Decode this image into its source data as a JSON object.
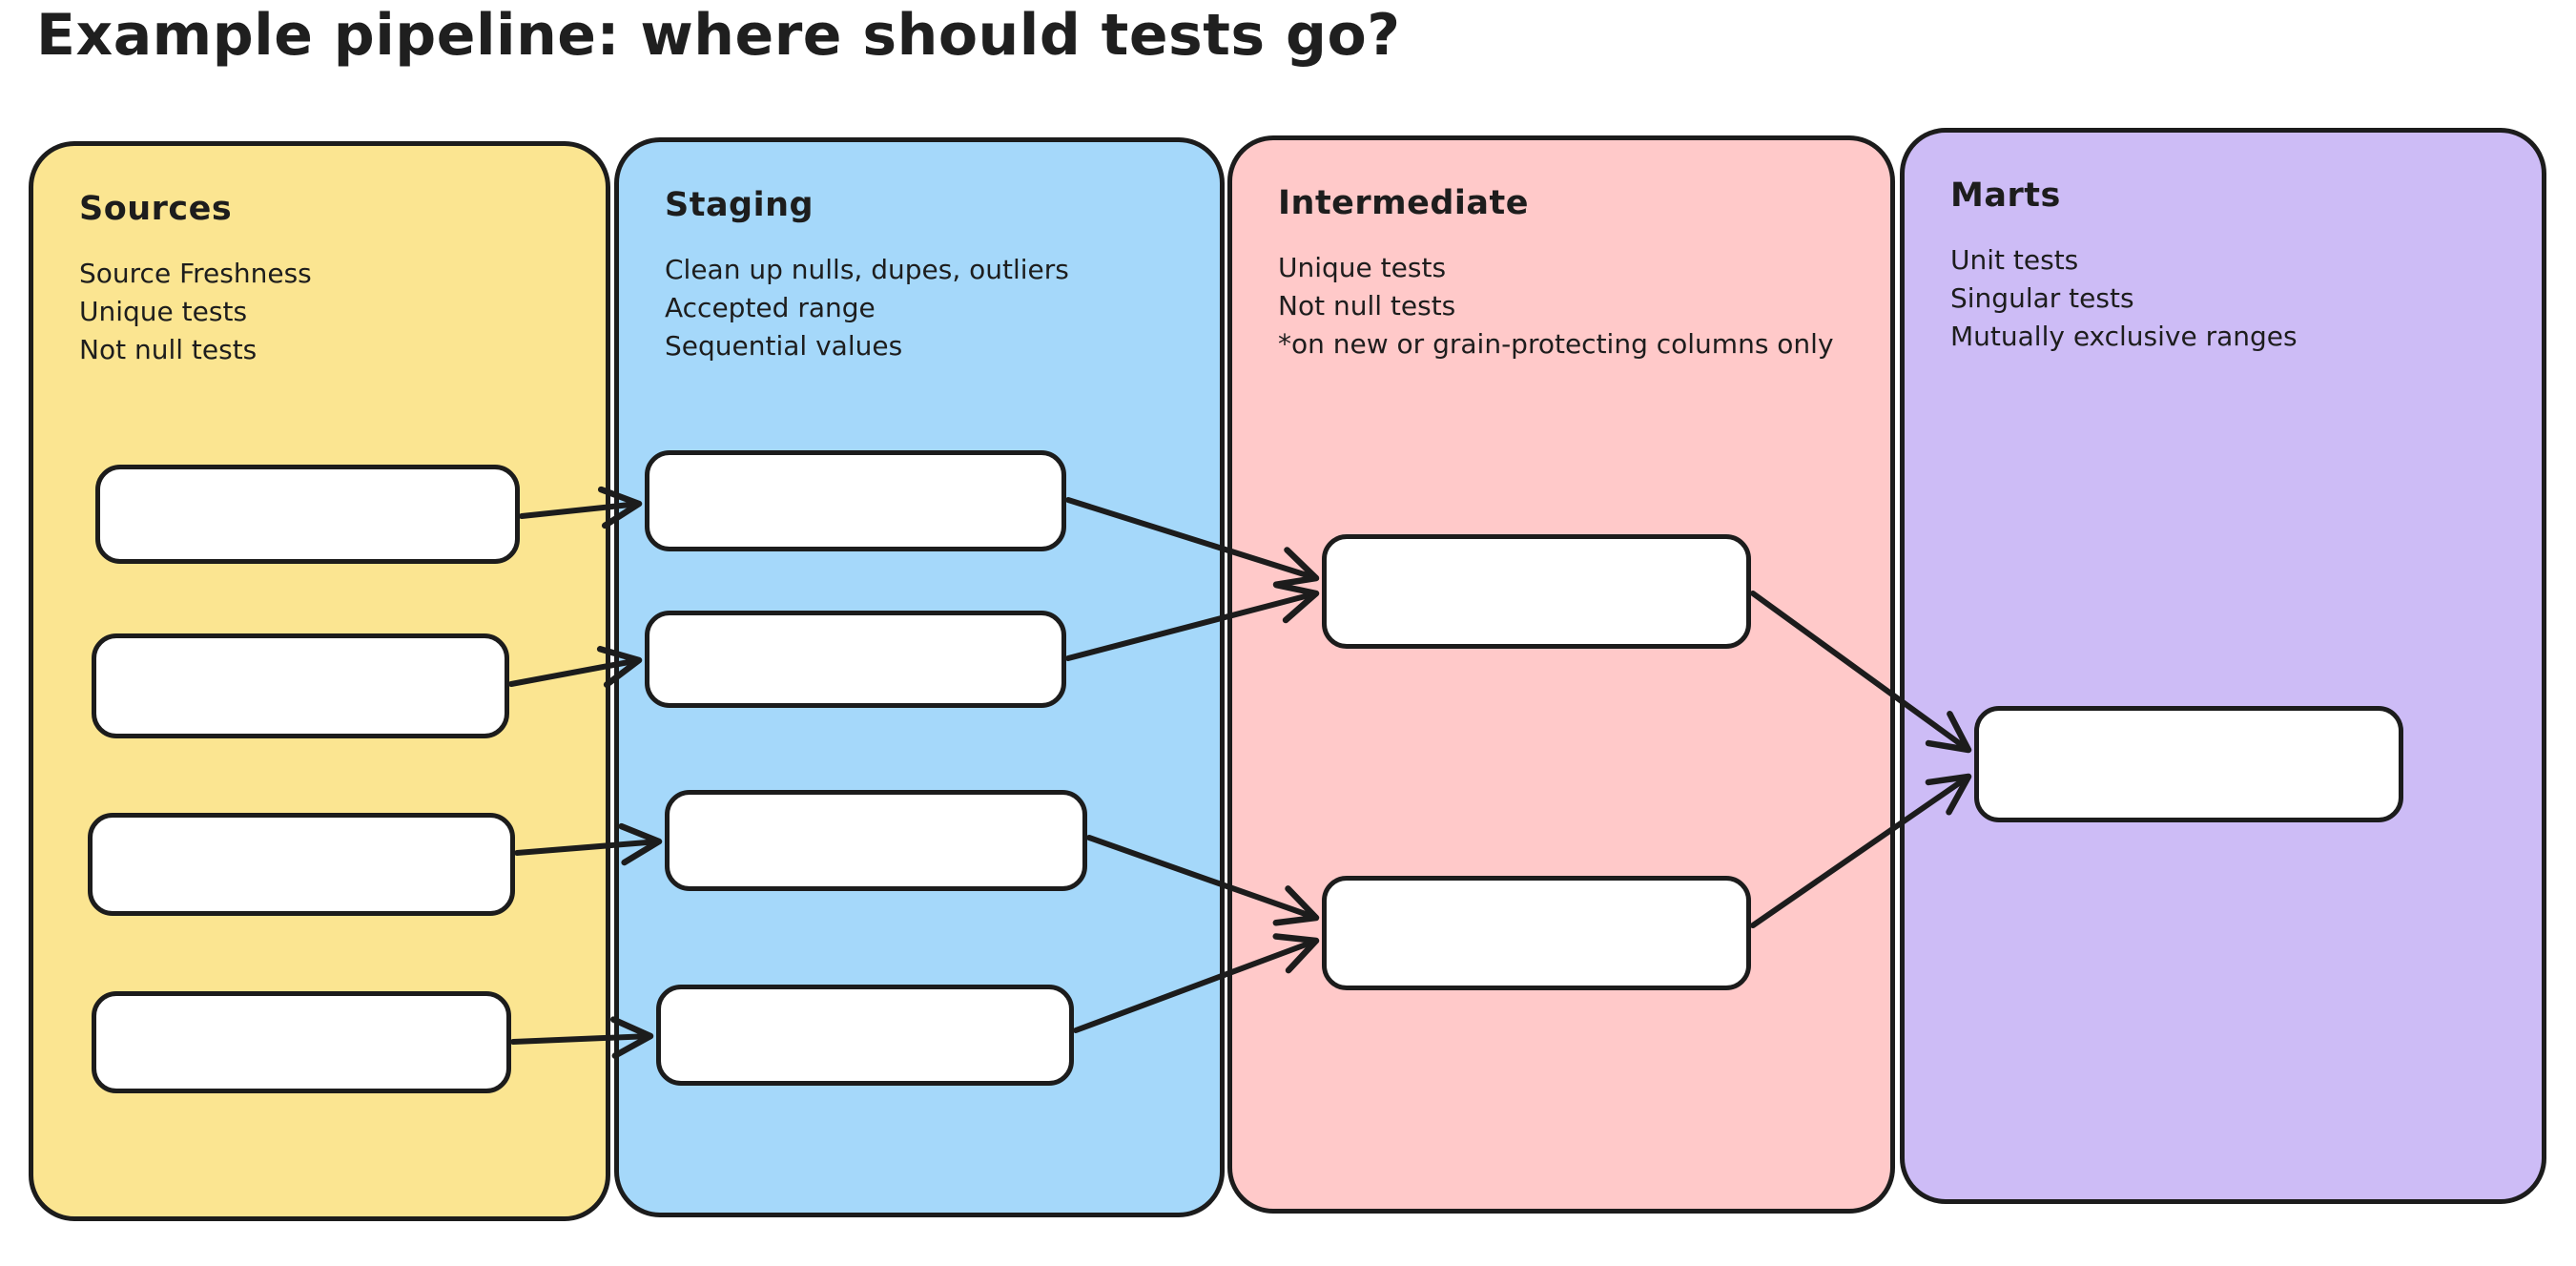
{
  "title": "Example pipeline: where should tests go?",
  "diagram": {
    "columns": [
      {
        "id": "sources",
        "label": "Sources",
        "notes": [
          "Source Freshness",
          "Unique tests",
          "Not null tests"
        ],
        "fill": "#fbe591"
      },
      {
        "id": "staging",
        "label": "Staging",
        "notes": [
          "Clean up nulls, dupes, outliers",
          "Accepted range",
          "Sequential values"
        ],
        "fill": "#a5d8fa"
      },
      {
        "id": "intermediate",
        "label": "Intermediate",
        "notes": [
          "Unique tests",
          "Not null tests",
          "*on new or grain-protecting columns only"
        ],
        "fill": "#ffc9c9"
      },
      {
        "id": "marts",
        "label": "Marts",
        "notes": [
          "Unit tests",
          "Singular tests",
          "Mutually exclusive ranges"
        ],
        "fill": "#cdbcf6"
      }
    ],
    "nodes": [
      {
        "id": "sources-1",
        "column": "sources"
      },
      {
        "id": "sources-2",
        "column": "sources"
      },
      {
        "id": "sources-3",
        "column": "sources"
      },
      {
        "id": "sources-4",
        "column": "sources"
      },
      {
        "id": "staging-1",
        "column": "staging"
      },
      {
        "id": "staging-2",
        "column": "staging"
      },
      {
        "id": "staging-3",
        "column": "staging"
      },
      {
        "id": "staging-4",
        "column": "staging"
      },
      {
        "id": "intermediate-1",
        "column": "intermediate"
      },
      {
        "id": "intermediate-2",
        "column": "intermediate"
      },
      {
        "id": "marts-1",
        "column": "marts"
      }
    ],
    "edges": [
      {
        "from": "sources-1",
        "to": "staging-1"
      },
      {
        "from": "sources-2",
        "to": "staging-2"
      },
      {
        "from": "sources-3",
        "to": "staging-3"
      },
      {
        "from": "sources-4",
        "to": "staging-4"
      },
      {
        "from": "staging-1",
        "to": "intermediate-1"
      },
      {
        "from": "staging-2",
        "to": "intermediate-1"
      },
      {
        "from": "staging-3",
        "to": "intermediate-2"
      },
      {
        "from": "staging-4",
        "to": "intermediate-2"
      },
      {
        "from": "intermediate-1",
        "to": "marts-1"
      },
      {
        "from": "intermediate-2",
        "to": "marts-1"
      }
    ]
  },
  "colors": {
    "background": "#ffffff",
    "stroke": "#1c1c1c",
    "text": "#1d1d1d",
    "node_fill": "#ffffff"
  }
}
